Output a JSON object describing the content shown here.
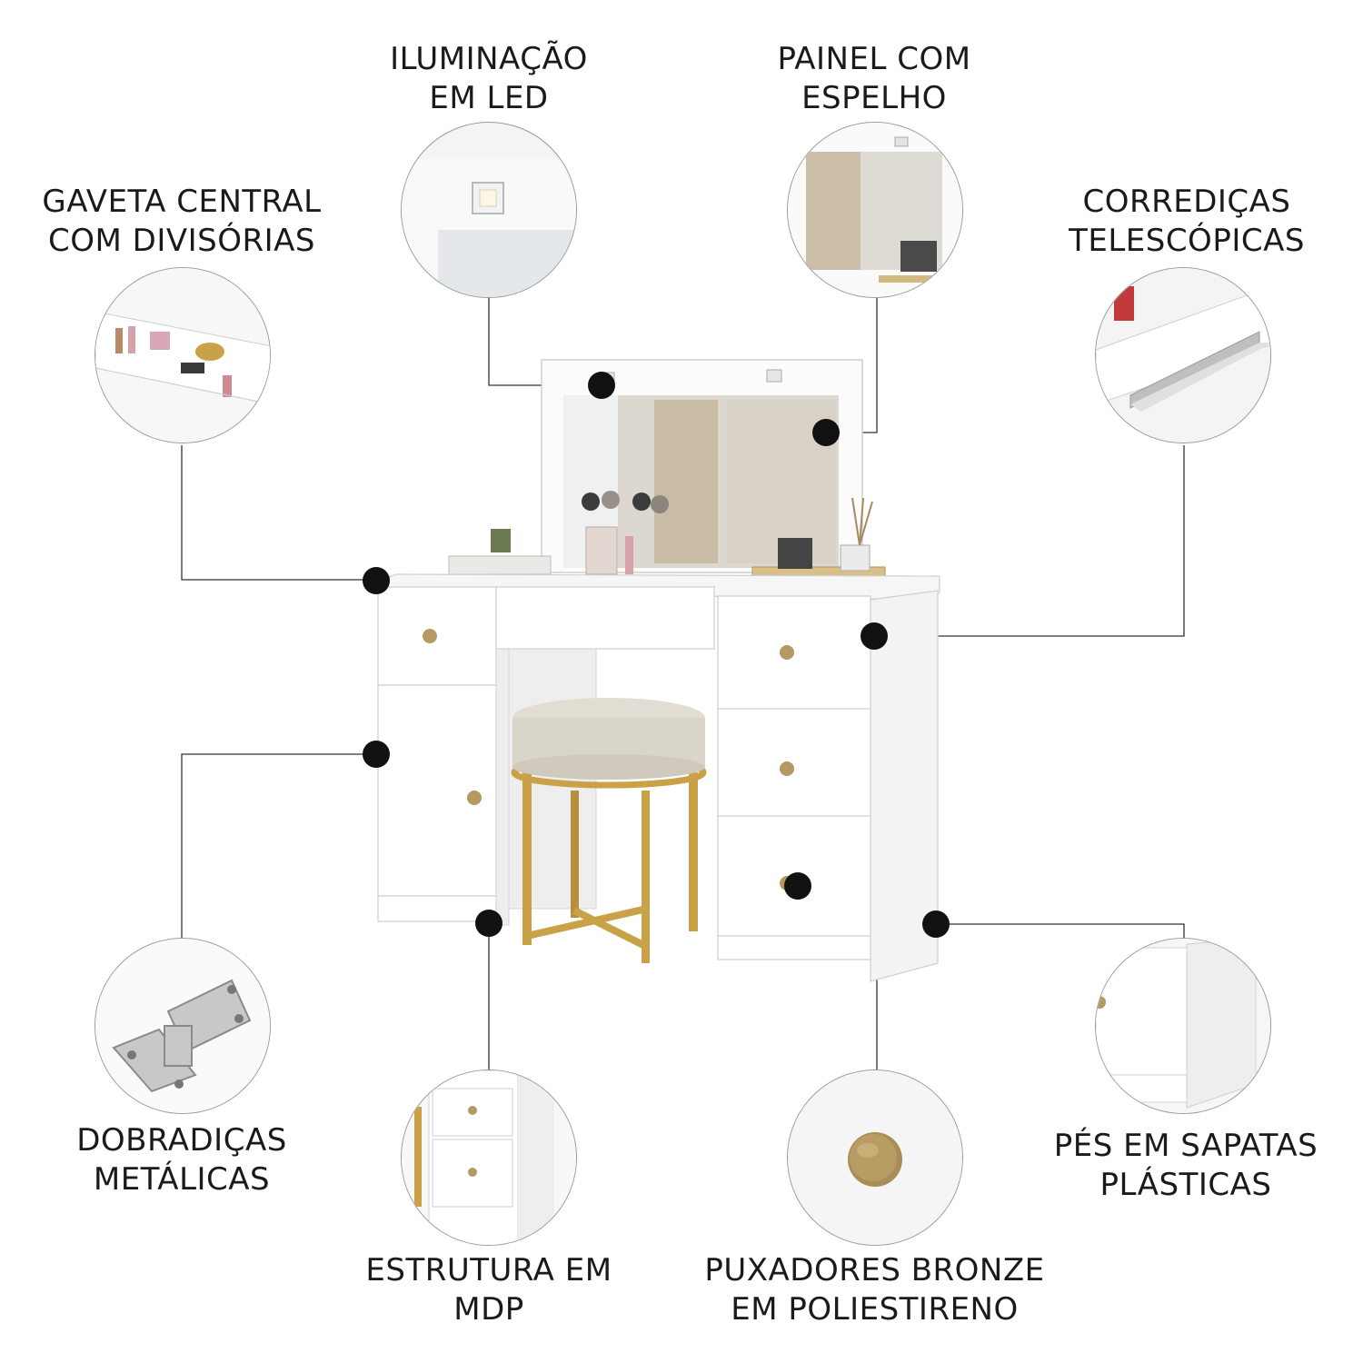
{
  "features": {
    "led": {
      "line1": "ILUMINAÇÃO",
      "line2": "EM LED"
    },
    "mirror": {
      "line1": "PAINEL COM",
      "line2": "ESPELHO"
    },
    "drawer": {
      "line1": "GAVETA CENTRAL",
      "line2": "COM DIVISÓRIAS"
    },
    "slides": {
      "line1": "CORREDIÇAS",
      "line2": "TELESCÓPICAS"
    },
    "hinges": {
      "line1": "DOBRADIÇAS",
      "line2": "METÁLICAS"
    },
    "mdp": {
      "line1": "ESTRUTURA EM",
      "line2": "MDP"
    },
    "handles": {
      "line1": "PUXADORES BRONZE",
      "line2": "EM POLIESTIRENO"
    },
    "feet": {
      "line1": "PÉS EM SAPATAS",
      "line2": "PLÁSTICAS"
    }
  },
  "colors": {
    "furniture": "#ffffff",
    "handle": "#b49a62",
    "stool_seat": "#d9d5c9",
    "stool_frame": "#c9a146",
    "leader": "#333333"
  }
}
